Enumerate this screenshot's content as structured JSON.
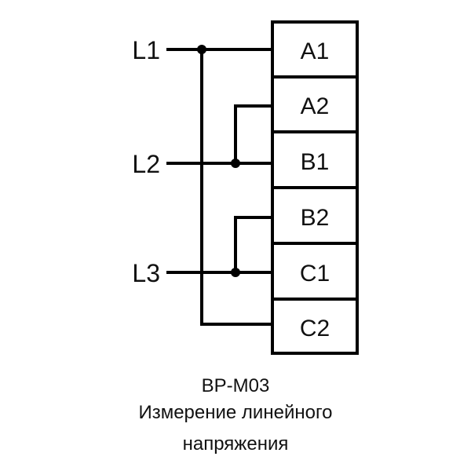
{
  "lines": [
    {
      "label": "L1"
    },
    {
      "label": "L2"
    },
    {
      "label": "L3"
    }
  ],
  "terminals": [
    "A1",
    "A2",
    "B1",
    "B2",
    "C1",
    "C2"
  ],
  "caption": {
    "model": "ВР-М03",
    "line1": "Измерение линейного",
    "line2": "напряжения"
  }
}
